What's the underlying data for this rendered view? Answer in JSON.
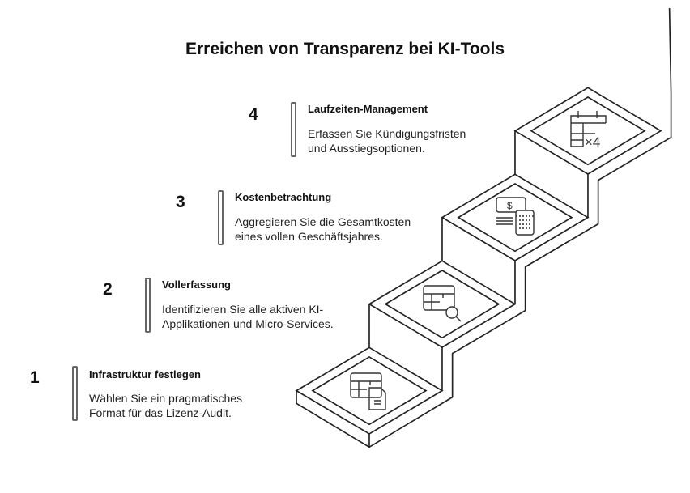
{
  "title": "Erreichen von Transparenz bei KI-Tools",
  "steps": [
    {
      "number": "1",
      "title": "Infrastruktur festlegen",
      "line1": "Wählen Sie ein pragmatisches",
      "line2": "Format für das Lizenz-Audit.",
      "icon": "table-document-icon"
    },
    {
      "number": "2",
      "title": "Vollerfassung",
      "line1": "Identifizieren Sie alle aktiven KI-",
      "line2": "Applikationen und Micro-Services.",
      "icon": "table-search-icon"
    },
    {
      "number": "3",
      "title": "Kostenbetrachtung",
      "line1": "Aggregieren Sie die Gesamtkosten",
      "line2": "eines vollen Geschäftsjahres.",
      "icon": "money-calculator-icon"
    },
    {
      "number": "4",
      "title": "Laufzeiten-Management",
      "line1": "Erfassen Sie Kündigungsfristen",
      "line2": "und Ausstiegsoptionen.",
      "icon": "calendar-times-four-icon"
    }
  ],
  "icon_text": {
    "dollar": "$",
    "times": "×4"
  }
}
